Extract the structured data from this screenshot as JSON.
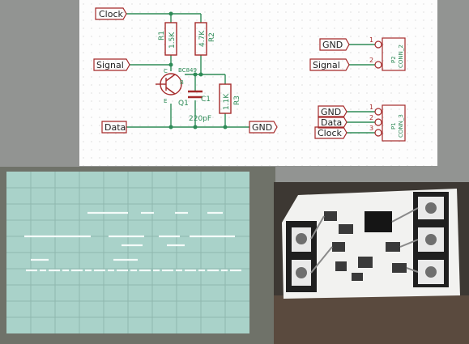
{
  "schematic": {
    "labels": {
      "clock": "Clock",
      "signal": "Signal",
      "data": "Data",
      "gnd": "GND"
    },
    "components": {
      "r1_ref": "R1",
      "r1_val": "1.5K",
      "r2_ref": "R2",
      "r2_val": "4.7K",
      "r3_ref": "R3",
      "r3_val": "1.1K",
      "c1_ref": "C1",
      "c1_val": "220pF",
      "q1_ref": "Q1",
      "q1_part": "BC849",
      "pin_c": "C",
      "pin_b": "B",
      "pin_e": "E"
    },
    "p2": {
      "ref": "P2",
      "name": "CONN_2",
      "pins": [
        "1",
        "2"
      ],
      "nets": [
        "GND",
        "Signal"
      ]
    },
    "p1": {
      "ref": "P1",
      "name": "CONN_3",
      "pins": [
        "1",
        "2",
        "3"
      ],
      "nets": [
        "GND",
        "Data",
        "Clock"
      ]
    }
  },
  "colors": {
    "wire": "#2e8b57",
    "component": "#a52a2a",
    "label_text": "#222222",
    "scope_screen": "#a9d2c9",
    "pcb_board": "#f2f2f0"
  }
}
